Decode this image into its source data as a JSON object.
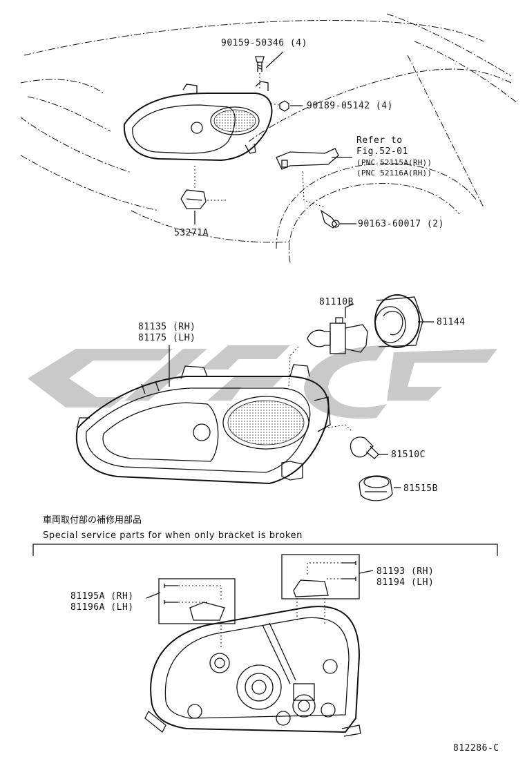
{
  "parts": {
    "screw_top": "90159-50346 (4)",
    "nut": "90189-05142 (4)",
    "refer_line1": "Refer to",
    "refer_line2": "Fig.52-01",
    "pnc_rh": "(PNC 52115A(RH))",
    "pnc_lh": "(PNC 52116A(RH))",
    "bolt": "90163-60017 (2)",
    "clip": "53271A",
    "bulb_main": "81110B",
    "socket_cover": "81144",
    "unit_rh": "81135 (RH)",
    "unit_lh": "81175 (LH)",
    "bulb_small": "81510C",
    "small_socket": "81515B",
    "bracket_a_rh": "81195A (RH)",
    "bracket_a_lh": "81196A (LH)",
    "bracket_b_rh": "81193 (RH)",
    "bracket_b_lh": "81194 (LH)"
  },
  "notes": {
    "japanese": "車両取付部の補修用部品",
    "english": "Special service parts for when only bracket is broken"
  },
  "figure_code": "812286-C",
  "watermark_color": "#c8c8c8"
}
